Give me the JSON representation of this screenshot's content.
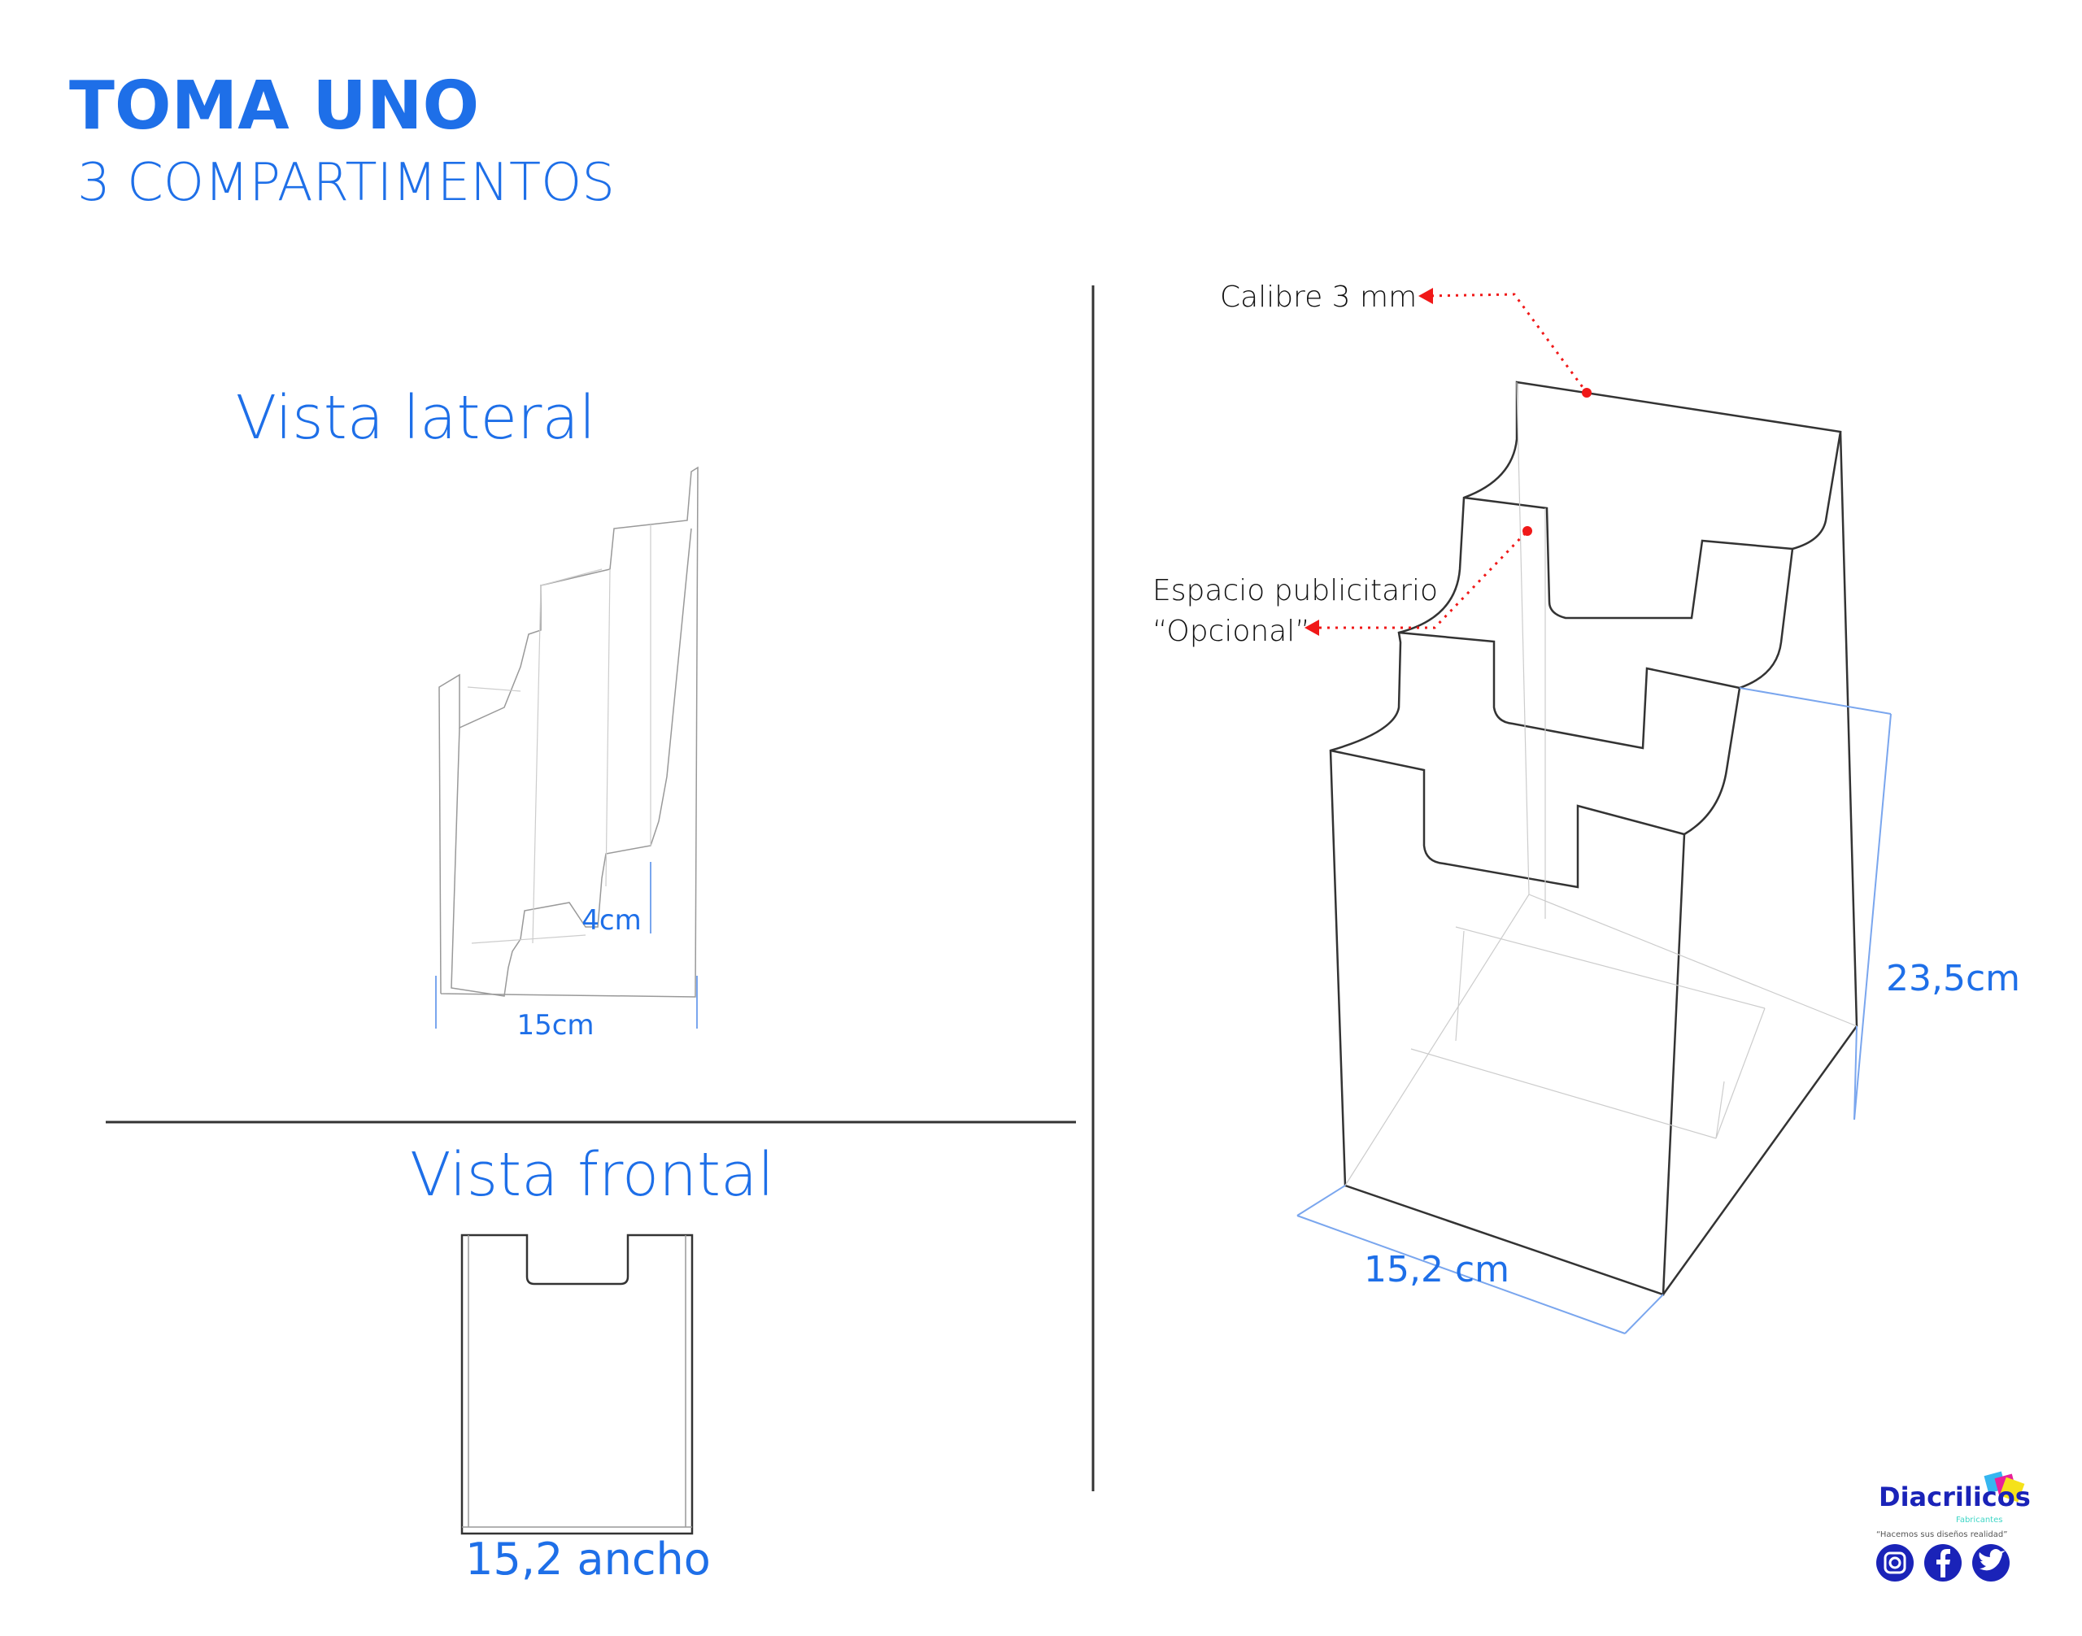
{
  "header": {
    "title": "TOMA UNO",
    "subtitle": "3 COMPARTIMENTOS"
  },
  "side_view": {
    "title": "Vista lateral",
    "width_label": "15cm",
    "depth_label": "4cm"
  },
  "front_view": {
    "title": "Vista frontal",
    "width_label": "15,2 ancho"
  },
  "iso_view": {
    "callout_thickness": "Calibre 3 mm",
    "callout_ad_line1": "Espacio publicitario",
    "callout_ad_line2": "“Opcional”",
    "height_label": "23,5cm",
    "width_label": "15,2 cm"
  },
  "brand": {
    "name": "Diacrilicos",
    "tag": "Fabricantes",
    "slogan": "“Hacemos sus diseños realidad”",
    "social": [
      "instagram",
      "facebook",
      "twitter"
    ],
    "color": "#1a23b8"
  },
  "colors": {
    "accent": "#1e6fe8",
    "callout": "#f01818"
  }
}
